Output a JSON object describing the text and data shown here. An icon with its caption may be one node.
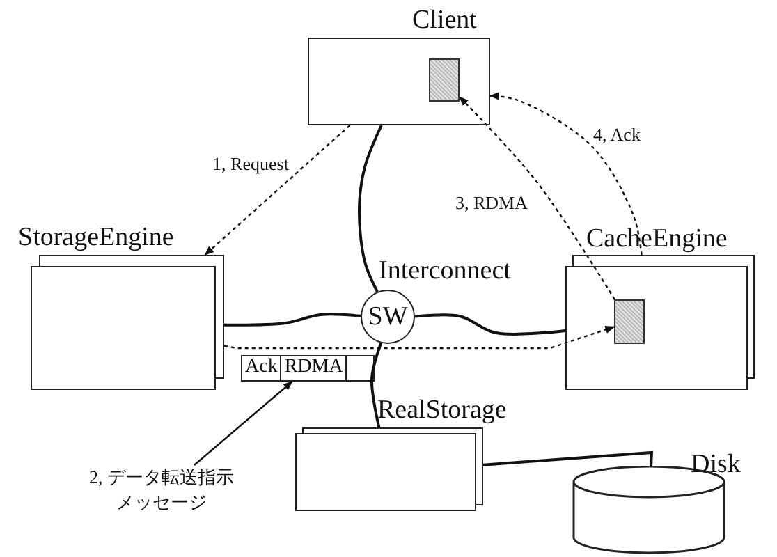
{
  "diagram": {
    "nodes": [
      {
        "text": [
          "Client"
        ]
      },
      {
        "text": [],
        "shape": "box",
        "in": 0
      },
      {
        "text": [
          "StorageEngine"
        ]
      },
      {
        "text": [
          "Interconnect",
          "SW"
        ]
      },
      {
        "text": [
          "CacheEngine"
        ]
      },
      {
        "text": [],
        "shape": "box",
        "in": 4
      },
      {
        "text": [
          "Ack",
          "RDMA"
        ]
      },
      {
        "text": [
          "RealStorage"
        ]
      },
      {
        "text": [
          "Disk"
        ]
      },
      {
        "text": [
          "2, データ転送指示メッセージ"
        ]
      }
    ],
    "edges": [
      {
        "from": 0,
        "to": 3,
        "arrow": "none"
      },
      {
        "from": 2,
        "to": 3,
        "arrow": "none"
      },
      {
        "from": 3,
        "to": 4,
        "arrow": "none"
      },
      {
        "from": 3,
        "to": 7,
        "arrow": "none"
      },
      {
        "from": 7,
        "to": 8,
        "arrow": "none"
      },
      {
        "from": 0,
        "to": 2,
        "arrow": "to",
        "style": "dashed",
        "label": "1, Request"
      },
      {
        "from": 2,
        "to": 5,
        "arrow": "to",
        "style": "dashed"
      },
      {
        "from": 5,
        "to": 1,
        "arrow": "to",
        "style": "dashed",
        "label": "3, RDMA"
      },
      {
        "from": 4,
        "to": 0,
        "arrow": "to",
        "style": "dashed",
        "label": "4, Ack"
      },
      {
        "from": 9,
        "to": 6,
        "arrow": "to"
      }
    ]
  }
}
